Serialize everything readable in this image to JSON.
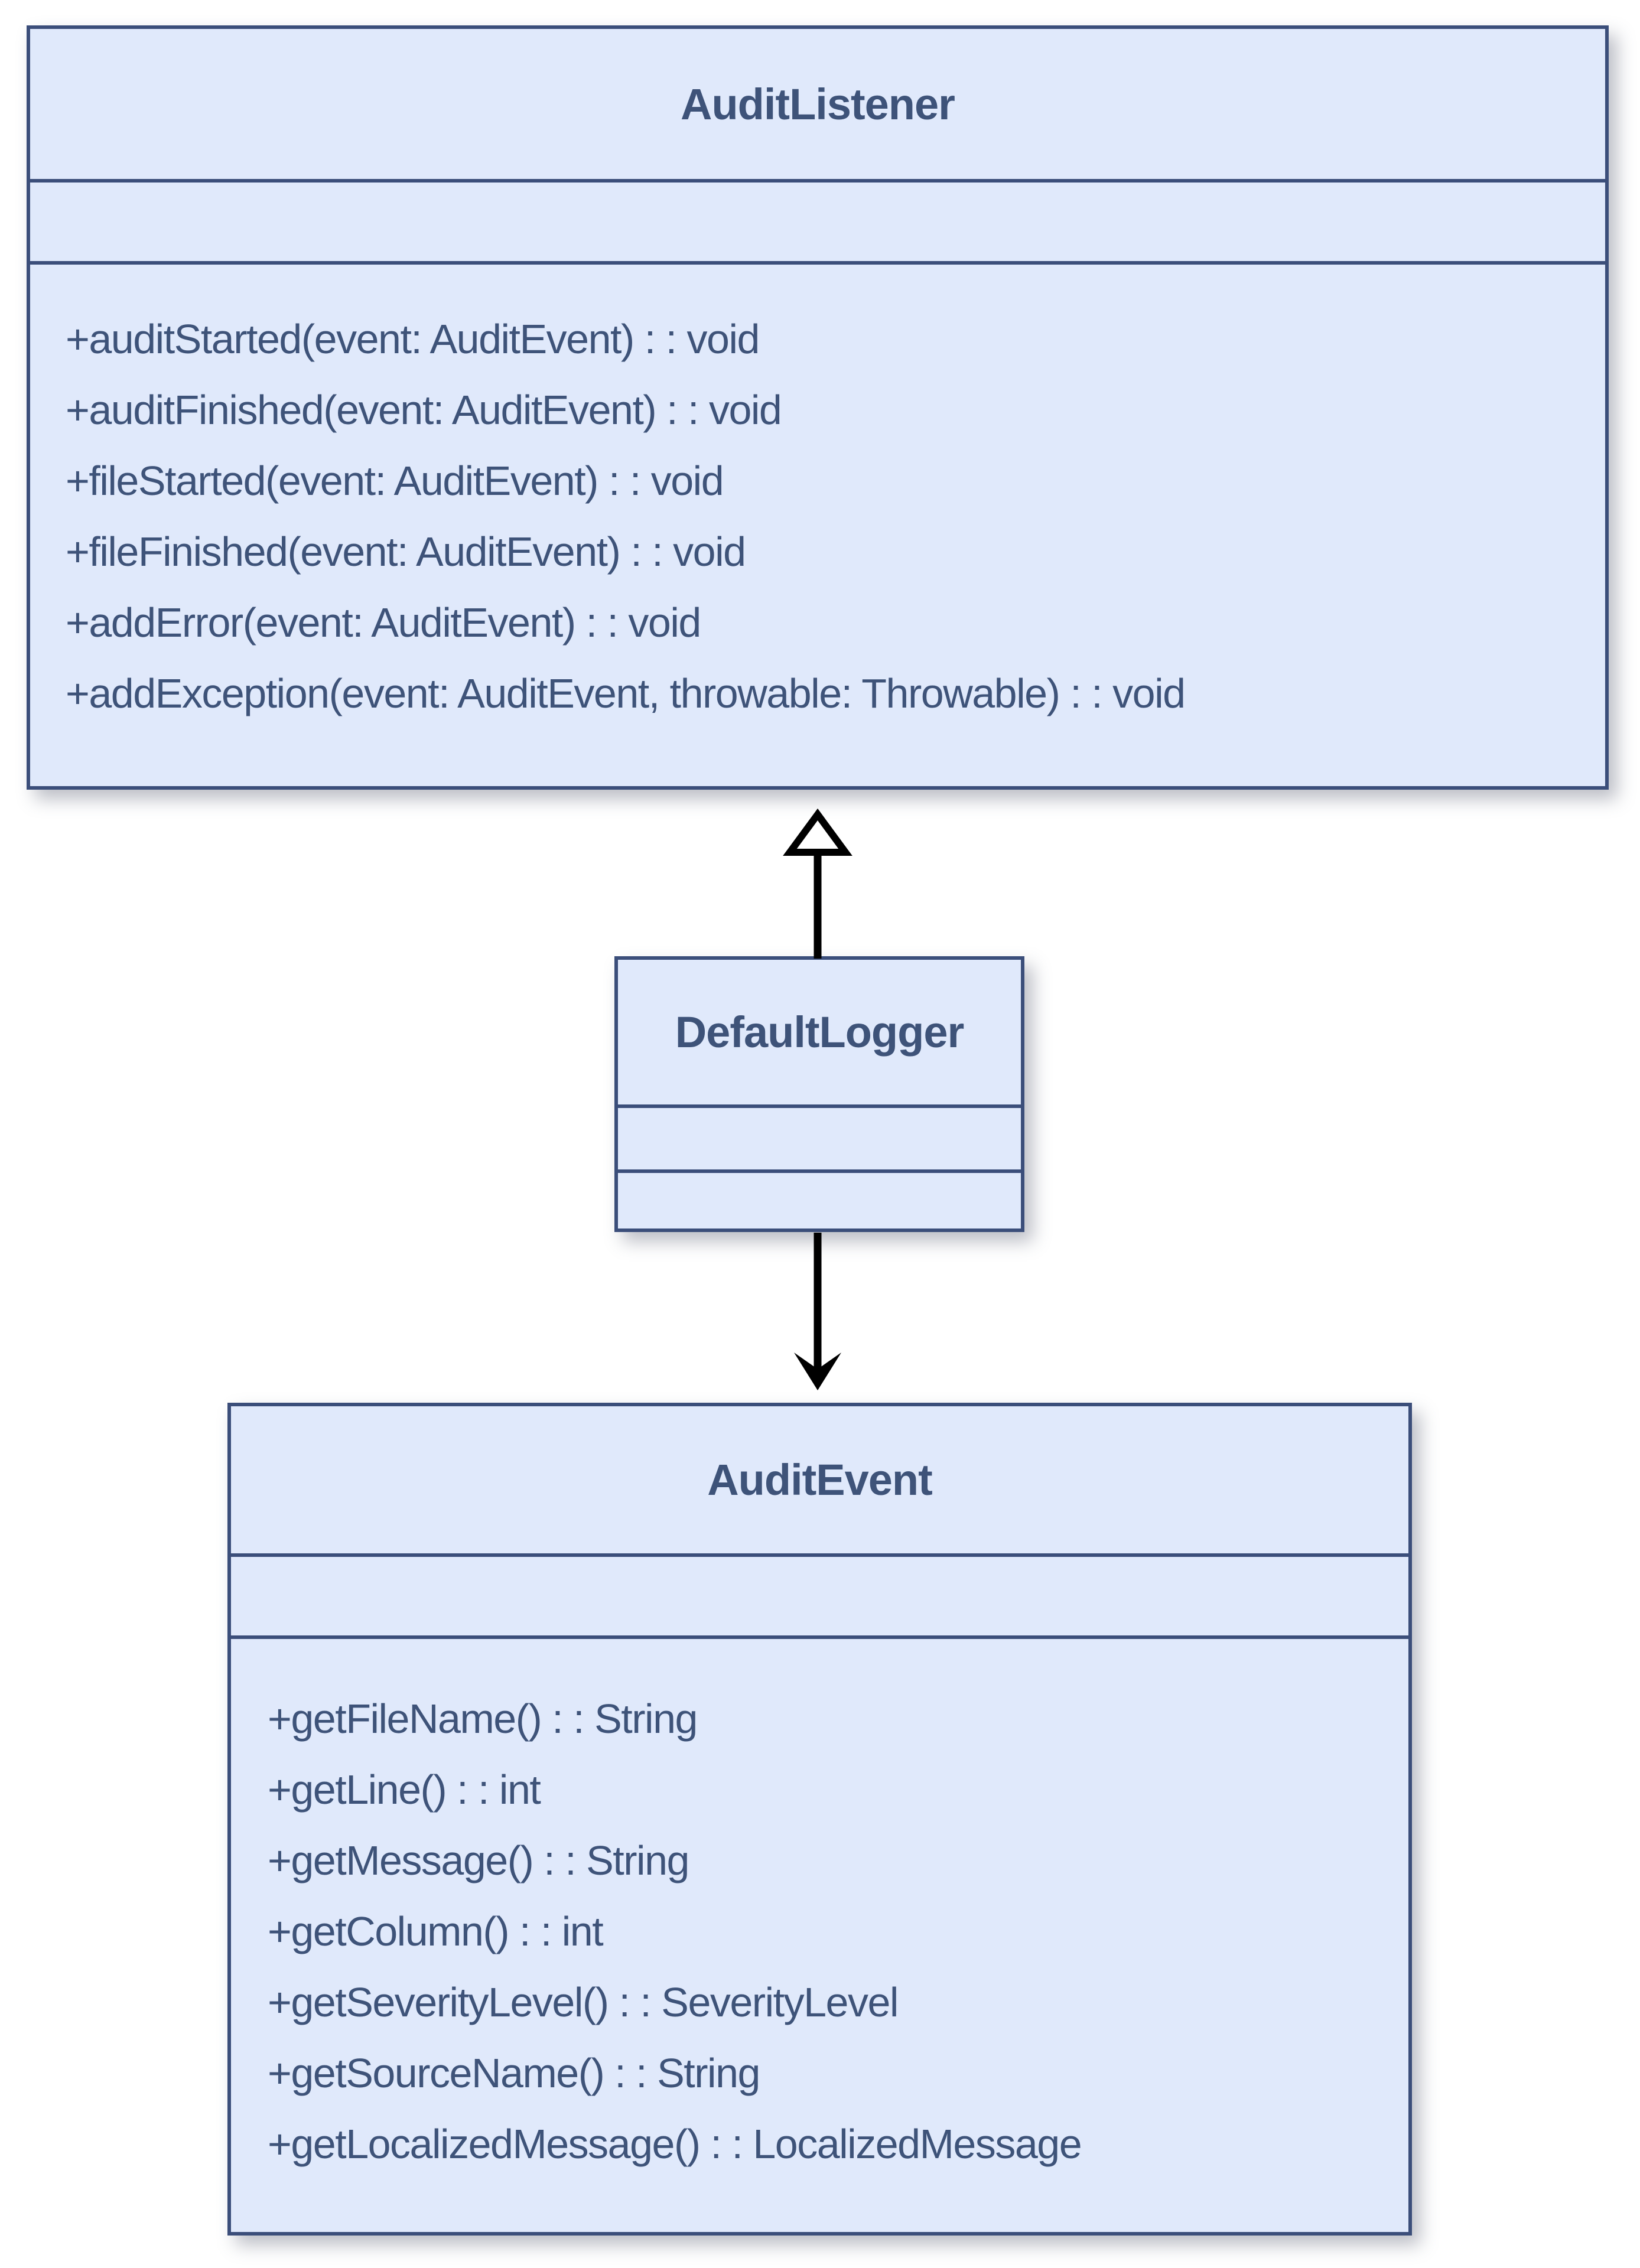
{
  "classes": [
    {
      "name": "AuditListener",
      "attributes": [],
      "methods": [
        "+auditStarted(event: AuditEvent) : : void",
        "+auditFinished(event: AuditEvent) : : void",
        "+fileStarted(event: AuditEvent) : : void",
        "+fileFinished(event: AuditEvent) : : void",
        "+addError(event: AuditEvent) : : void",
        "+addException(event: AuditEvent, throwable: Throwable) : : void"
      ]
    },
    {
      "name": "DefaultLogger",
      "attributes": [],
      "methods": []
    },
    {
      "name": "AuditEvent",
      "attributes": [],
      "methods": [
        "+getFileName() : : String",
        "+getLine() : : int",
        "+getMessage() : : String",
        "+getColumn() : : int",
        "+getSeverityLevel() : : SeverityLevel",
        "+getSourceName() : : String",
        "+getLocalizedMessage() : : LocalizedMessage"
      ]
    }
  ],
  "relationships": [
    {
      "type": "generalization",
      "from": "DefaultLogger",
      "to": "AuditListener"
    },
    {
      "type": "directed-association",
      "from": "DefaultLogger",
      "to": "AuditEvent"
    }
  ],
  "colors": {
    "class_fill": "#e0e9fb",
    "class_border": "#3b4e7a",
    "class_text": "#3e5379",
    "arrow": "#000000",
    "background": "#ffffff"
  }
}
